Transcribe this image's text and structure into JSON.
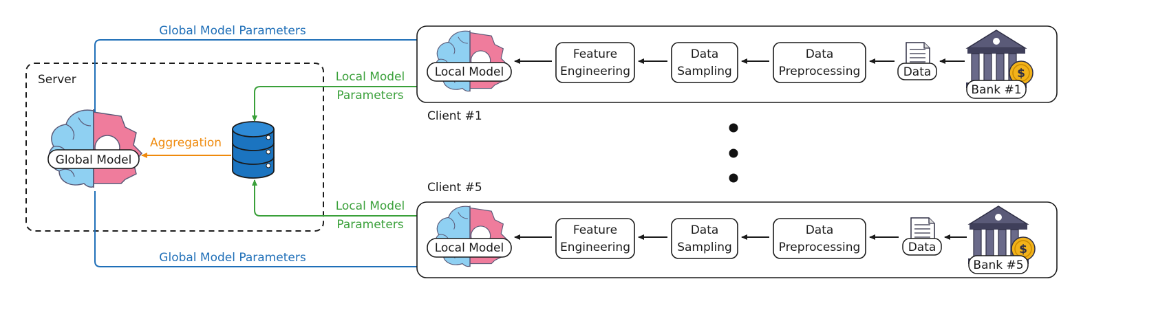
{
  "server": {
    "label": "Server",
    "model_label": "Global Model",
    "aggregation_label": "Aggregation"
  },
  "global_params_label": "Global Model Parameters",
  "local_params_label": {
    "line1": "Local Model",
    "line2": "Parameters"
  },
  "ellipsis": "⋮",
  "clients": [
    {
      "label": "Client #1",
      "model_label": "Local Model",
      "steps": [
        {
          "line1": "Feature",
          "line2": "Engineering"
        },
        {
          "line1": "Data",
          "line2": "Sampling"
        },
        {
          "line1": "Data",
          "line2": "Preprocessing"
        }
      ],
      "data_label": "Data",
      "bank_label": "Bank #1"
    },
    {
      "label": "Client #5",
      "model_label": "Local Model",
      "steps": [
        {
          "line1": "Feature",
          "line2": "Engineering"
        },
        {
          "line1": "Data",
          "line2": "Sampling"
        },
        {
          "line1": "Data",
          "line2": "Preprocessing"
        }
      ],
      "data_label": "Data",
      "bank_label": "Bank #5"
    }
  ],
  "colors": {
    "global_flow": "#1f6fb8",
    "local_flow": "#3aa03a",
    "aggregation": "#ef8a0c",
    "brain": "#8fd0f2",
    "gear": "#ef7c9c",
    "database": "#1b74c0",
    "bank": "#5a5a78",
    "coin": "#f2b21a"
  }
}
